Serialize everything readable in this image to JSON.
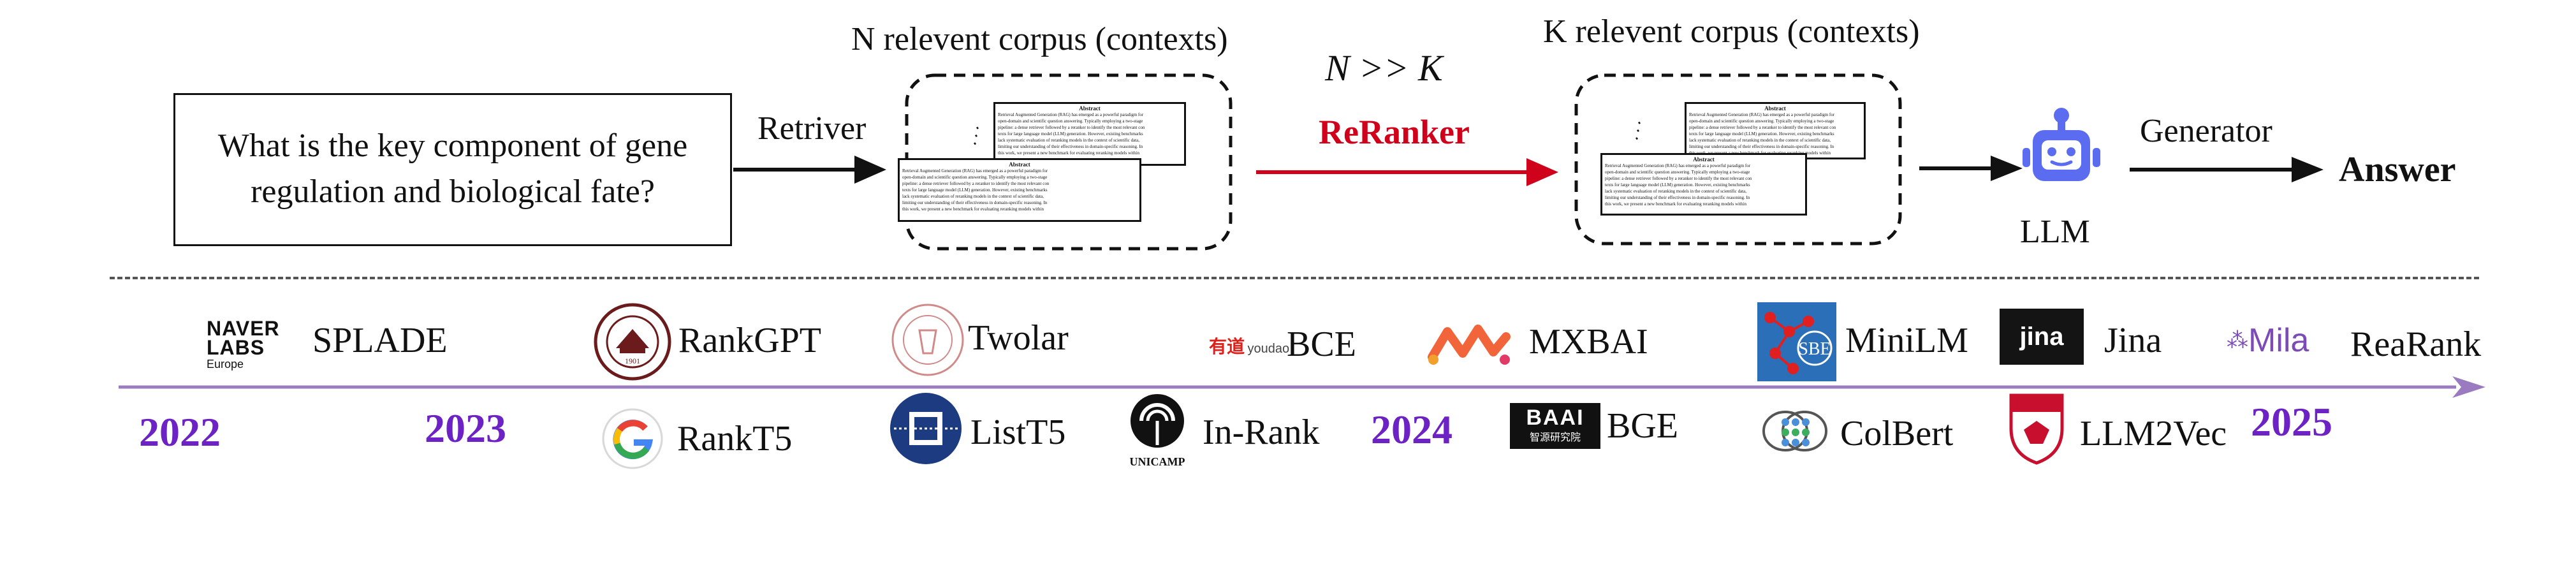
{
  "pipeline": {
    "query": {
      "line1": "What is the key component of gene",
      "line2": "regulation and biological fate?"
    },
    "retriever_label": "Retriver",
    "n_corpus_title": "N relevent corpus (contexts)",
    "relation": "N >> K",
    "reranker_label": "ReRanker",
    "k_corpus_title": "K relevent corpus (contexts)",
    "llm_label": "LLM",
    "generator_label": "Generator",
    "answer_label": "Answer",
    "doc_card": {
      "heading": "Abstract",
      "lines": [
        "Retrieval Augmented Generation (RAG) has emerged as a powerful paradigm for",
        "open-domain and scientific question answering. Typically employing a two-stage",
        "pipeline: a dense retriever followed by a reranker to identify the most relevant con",
        "texts for large language model (LLM) generation. However, existing benchmarks",
        "lack systematic evaluation of reranking models in the context of scientific data,",
        "limiting our understanding of their effectiveness in domain-specific reasoning. In",
        "this work, we present a new benchmark for evaluating reranking models within"
      ]
    }
  },
  "timeline": {
    "years": [
      "2022",
      "2023",
      "2024",
      "2025"
    ],
    "models_top": [
      "SPLADE",
      "RankGPT",
      "Twolar",
      "BCE",
      "MXBAI",
      "MiniLM",
      "Jina",
      "ReaRank"
    ],
    "models_bottom": [
      "RankT5",
      "ListT5",
      "In-Rank",
      "BGE",
      "ColBert",
      "LLM2Vec"
    ]
  },
  "logos": {
    "naver": {
      "line1": "NAVER",
      "line2": "LABS",
      "line3": "Europe"
    },
    "youdao": {
      "cn": "有道",
      "en": "youdao"
    },
    "sbe": "SBE",
    "jina": "jina",
    "mila": "Mila",
    "baai": {
      "en": "BAAI",
      "cn": "智源研究院"
    },
    "unicamp": "UNICAMP",
    "google_g": "G",
    "seal_year": "1901"
  },
  "colors": {
    "reranker_red": "#d0021b",
    "year_purple": "#6c22c4",
    "timeline_arrow": "#9b7bbf",
    "llm_icon": "#5b6cf0",
    "mxbai": "#f2643a",
    "jina_bg": "#141414",
    "mila_purple": "#7b4bb8"
  }
}
